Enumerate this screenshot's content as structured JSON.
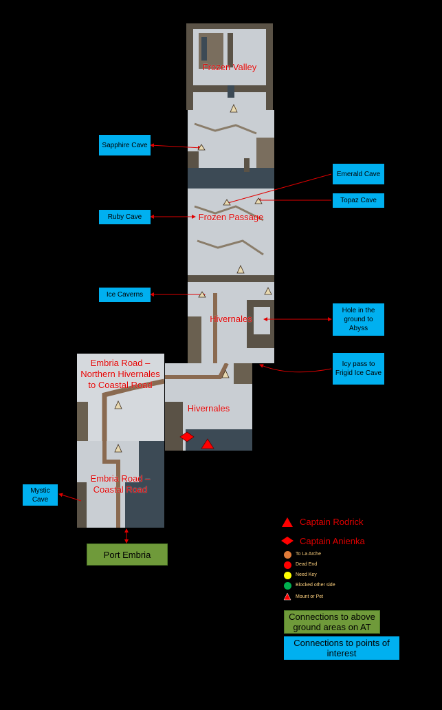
{
  "areas": {
    "frozen_valley": "Frozen Valley",
    "frozen_passage": "Frozen Passage",
    "hivernales_upper": "Hivernales",
    "hivernales_lower": "Hivernales",
    "embria_road_north": "Embria Road – Northern Hivernales to Coastal Road",
    "embria_road_coastal": "Embria Road – Coastal Road"
  },
  "poi": {
    "sapphire_cave": "Sapphire Cave",
    "emerald_cave": "Emerald Cave",
    "topaz_cave": "Topaz Cave",
    "ruby_cave": "Ruby Cave",
    "ice_caverns": "Ice Caverns",
    "hole_abyss": "Hole in the ground to Abyss",
    "icy_pass": "Icy pass to Frigid Ice Cave",
    "mystic_cave": "Mystic Cave"
  },
  "above_ground": {
    "port_embria": "Port Embria"
  },
  "legend": {
    "captain_rodrick": "Captain Rodrick",
    "captain_anienka": "Captain Anienka",
    "to_la_arche": "To La Arche",
    "dead_end": "Dead End",
    "need_key": "Need Key",
    "blocked_other_side": "Blocked other side",
    "mount_or_pet": "Mount or Pet",
    "connections_above": "Connections to above ground areas on AT",
    "connections_poi": "Connections to points of interest",
    "colors": {
      "to_la_arche": "#e07b39",
      "dead_end": "#ff0000",
      "need_key": "#ffff00",
      "blocked_other_side": "#00b050",
      "mount_or_pet": "#ff0000"
    }
  },
  "colors": {
    "label_red": "#e00000",
    "poi_blue": "#00b0f0",
    "above_green": "#6f9a3a",
    "snow": "#c9ced3",
    "rock": "#5a5246",
    "water": "#3c4a55"
  }
}
